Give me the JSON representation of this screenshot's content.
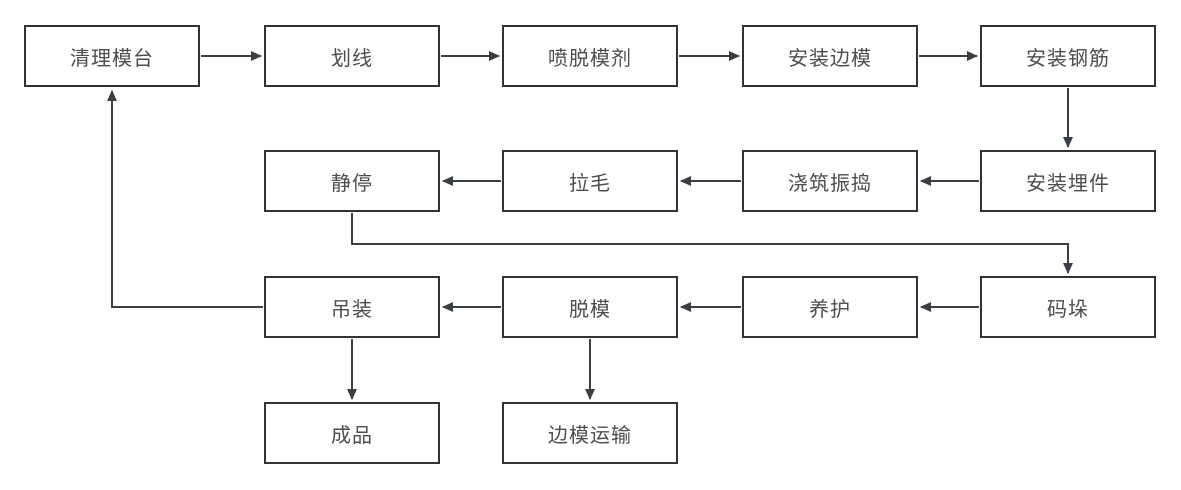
{
  "diagram": {
    "type": "flowchart",
    "colors": {
      "background": "#ffffff",
      "border": "#2e3338",
      "line": "#3a3f45",
      "text": "#4d4d4d"
    },
    "nodes": [
      {
        "id": "clean-pallet",
        "label": "清理模台"
      },
      {
        "id": "marking",
        "label": "划线"
      },
      {
        "id": "spray-release-agent",
        "label": "喷脱模剂"
      },
      {
        "id": "install-side-forms",
        "label": "安装边模"
      },
      {
        "id": "install-rebar",
        "label": "安装钢筋"
      },
      {
        "id": "install-embeds",
        "label": "安装埋件"
      },
      {
        "id": "pour-vibrate",
        "label": "浇筑振捣"
      },
      {
        "id": "roughening",
        "label": "拉毛"
      },
      {
        "id": "resting",
        "label": "静停"
      },
      {
        "id": "stacking",
        "label": "码垛"
      },
      {
        "id": "curing",
        "label": "养护"
      },
      {
        "id": "demolding",
        "label": "脱模"
      },
      {
        "id": "hoisting",
        "label": "吊装"
      },
      {
        "id": "finished-product",
        "label": "成品"
      },
      {
        "id": "side-form-transport",
        "label": "边模运输"
      }
    ],
    "edges": [
      {
        "from": "clean-pallet",
        "to": "marking"
      },
      {
        "from": "marking",
        "to": "spray-release-agent"
      },
      {
        "from": "spray-release-agent",
        "to": "install-side-forms"
      },
      {
        "from": "install-side-forms",
        "to": "install-rebar"
      },
      {
        "from": "install-rebar",
        "to": "install-embeds"
      },
      {
        "from": "install-embeds",
        "to": "pour-vibrate"
      },
      {
        "from": "pour-vibrate",
        "to": "roughening"
      },
      {
        "from": "roughening",
        "to": "resting"
      },
      {
        "from": "resting",
        "to": "stacking"
      },
      {
        "from": "stacking",
        "to": "curing"
      },
      {
        "from": "curing",
        "to": "demolding"
      },
      {
        "from": "demolding",
        "to": "hoisting"
      },
      {
        "from": "hoisting",
        "to": "finished-product"
      },
      {
        "from": "demolding",
        "to": "side-form-transport"
      },
      {
        "from": "hoisting",
        "to": "clean-pallet"
      }
    ]
  }
}
